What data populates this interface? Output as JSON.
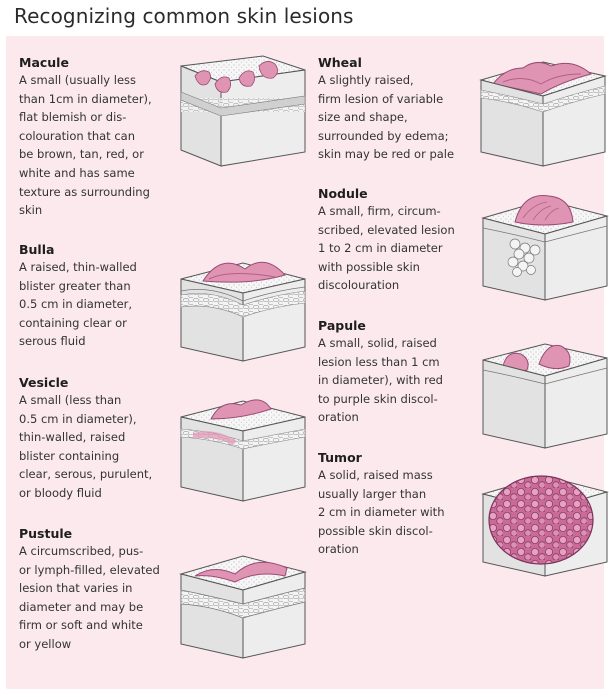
{
  "title": "Recognizing common skin lesions",
  "colors": {
    "panel": "#fbe9ee",
    "lesion": "#e094b4",
    "lesion_dark": "#b65e87",
    "box_front": "#ececec",
    "box_side": "#d6d6d6"
  },
  "lesions": [
    {
      "id": "macule",
      "name": "Macule",
      "lines": [
        "A small (usually less",
        "than 1cm in diameter),",
        "flat blemish or dis-",
        "colouration that can",
        "be brown, tan, red, or",
        "white and has same",
        "texture as surrounding",
        "skin"
      ]
    },
    {
      "id": "bulla",
      "name": "Bulla",
      "lines": [
        "A raised, thin-walled",
        "blister greater than",
        "0.5 cm in diameter,",
        "containing clear or",
        "serous fluid"
      ]
    },
    {
      "id": "vesicle",
      "name": "Vesicle",
      "lines": [
        "A small (less than",
        "0.5 cm in diameter),",
        "thin-walled, raised",
        "blister containing",
        "clear, serous, purulent,",
        "or bloody fluid"
      ]
    },
    {
      "id": "pustule",
      "name": "Pustule",
      "lines": [
        "A circumscribed, pus-",
        "or lymph-filled, elevated",
        "lesion that varies in",
        "diameter and may be",
        "firm or soft and white",
        "or yellow"
      ]
    },
    {
      "id": "wheal",
      "name": "Wheal",
      "lines": [
        "A slightly raised,",
        "firm lesion of variable",
        "size and shape,",
        "surrounded by edema;",
        "skin may be red or pale"
      ]
    },
    {
      "id": "nodule",
      "name": "Nodule",
      "lines": [
        "A small, firm, circum-",
        "scribed, elevated lesion",
        "1 to 2 cm in diameter",
        "with possible skin",
        "discolouration"
      ]
    },
    {
      "id": "papule",
      "name": "Papule",
      "lines": [
        "A small, solid, raised",
        "lesion less than 1 cm",
        "in diameter), with red",
        "to purple skin discol-",
        "oration"
      ]
    },
    {
      "id": "tumor",
      "name": "Tumor",
      "lines": [
        "A solid, raised mass",
        "usually larger than",
        "2 cm in diameter with",
        "possible skin discol-",
        "oration"
      ]
    }
  ]
}
